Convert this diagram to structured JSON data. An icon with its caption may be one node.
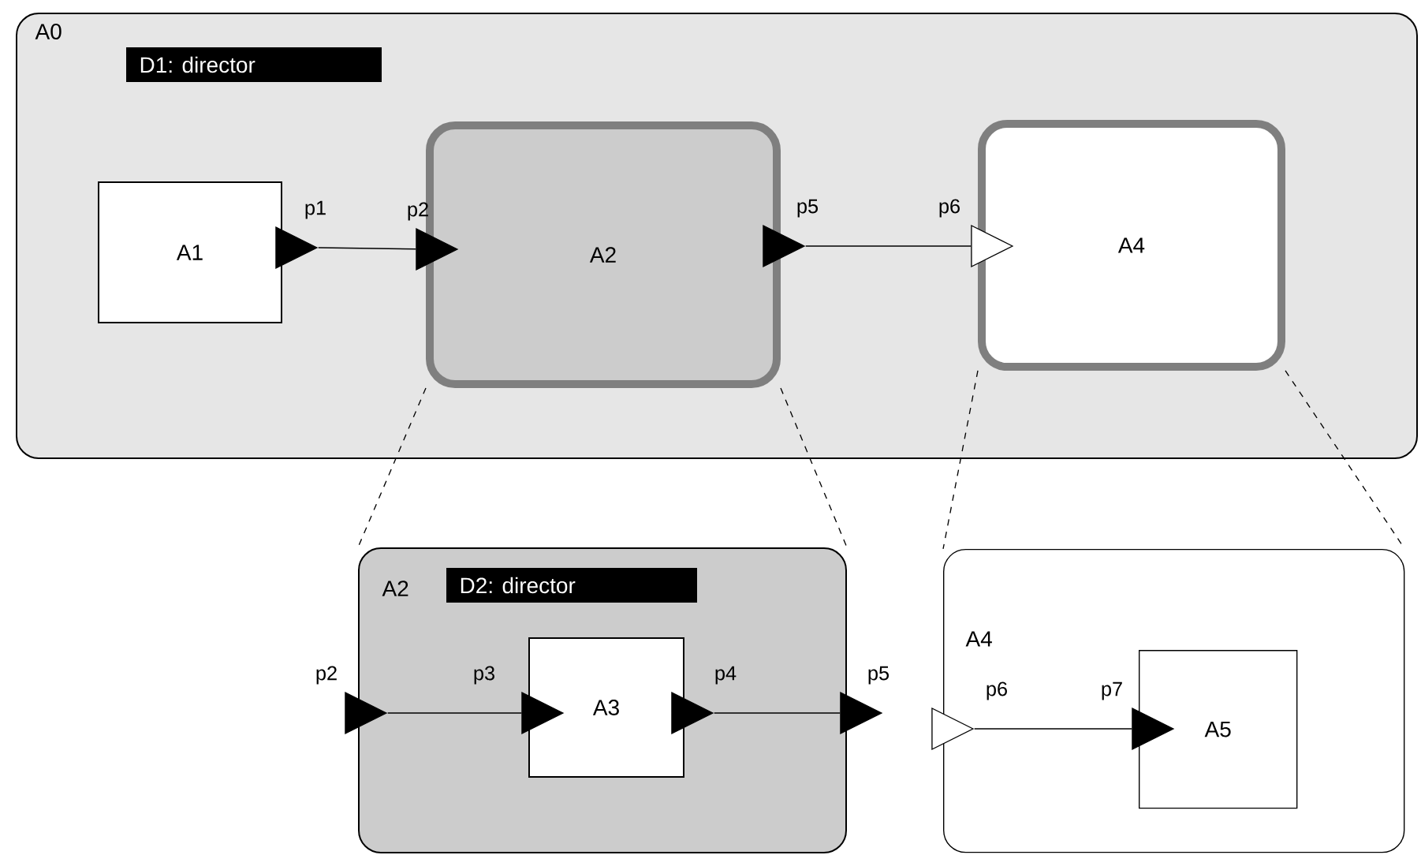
{
  "diagram": {
    "nodes": [
      {
        "text": [
          "A0"
        ]
      },
      {
        "text": [
          "D1: director"
        ],
        "in": 0
      },
      {
        "text": [
          "A1"
        ],
        "in": 0
      },
      {
        "text": [],
        "shape": "triangle",
        "beside": [
          "p1"
        ],
        "in": 0
      },
      {
        "text": [],
        "shape": "triangle",
        "beside": [
          "p2"
        ],
        "in": 0
      },
      {
        "text": [
          "A2"
        ],
        "in": 0
      },
      {
        "text": [],
        "shape": "triangle",
        "beside": [
          "p5"
        ],
        "in": 0
      },
      {
        "text": [],
        "shape": "hollow-triangle",
        "beside": [
          "p6"
        ],
        "in": 0
      },
      {
        "text": [
          "A4"
        ],
        "in": 0
      },
      {
        "text": [
          "A2"
        ]
      },
      {
        "text": [
          "D2: director"
        ],
        "in": 9
      },
      {
        "text": [],
        "shape": "triangle",
        "beside": [
          "p2"
        ]
      },
      {
        "text": [],
        "shape": "triangle",
        "beside": [
          "p3"
        ],
        "in": 9
      },
      {
        "text": [
          "A3"
        ],
        "in": 9
      },
      {
        "text": [],
        "shape": "triangle",
        "beside": [
          "p4"
        ],
        "in": 9
      },
      {
        "text": [],
        "shape": "triangle",
        "beside": [
          "p5"
        ]
      },
      {
        "text": [
          "A4"
        ]
      },
      {
        "text": [],
        "shape": "hollow-triangle",
        "beside": [
          "p6"
        ]
      },
      {
        "text": [],
        "shape": "triangle",
        "beside": [
          "p7"
        ],
        "in": 16
      },
      {
        "text": [
          "A5"
        ],
        "in": 16
      }
    ],
    "edges": [
      {
        "from": 3,
        "to": 4,
        "arrow": "none"
      },
      {
        "from": 6,
        "to": 7,
        "arrow": "none"
      },
      {
        "from": 11,
        "to": 12,
        "arrow": "none"
      },
      {
        "from": 14,
        "to": 15,
        "arrow": "none"
      },
      {
        "from": 17,
        "to": 18,
        "arrow": "none"
      },
      {
        "from": 5,
        "to": 9,
        "arrow": "none",
        "style": "dashed"
      },
      {
        "from": 5,
        "to": 9,
        "arrow": "none",
        "style": "dashed"
      },
      {
        "from": 8,
        "to": 16,
        "arrow": "none",
        "style": "dashed"
      },
      {
        "from": 8,
        "to": 16,
        "arrow": "none",
        "style": "dashed"
      }
    ]
  }
}
